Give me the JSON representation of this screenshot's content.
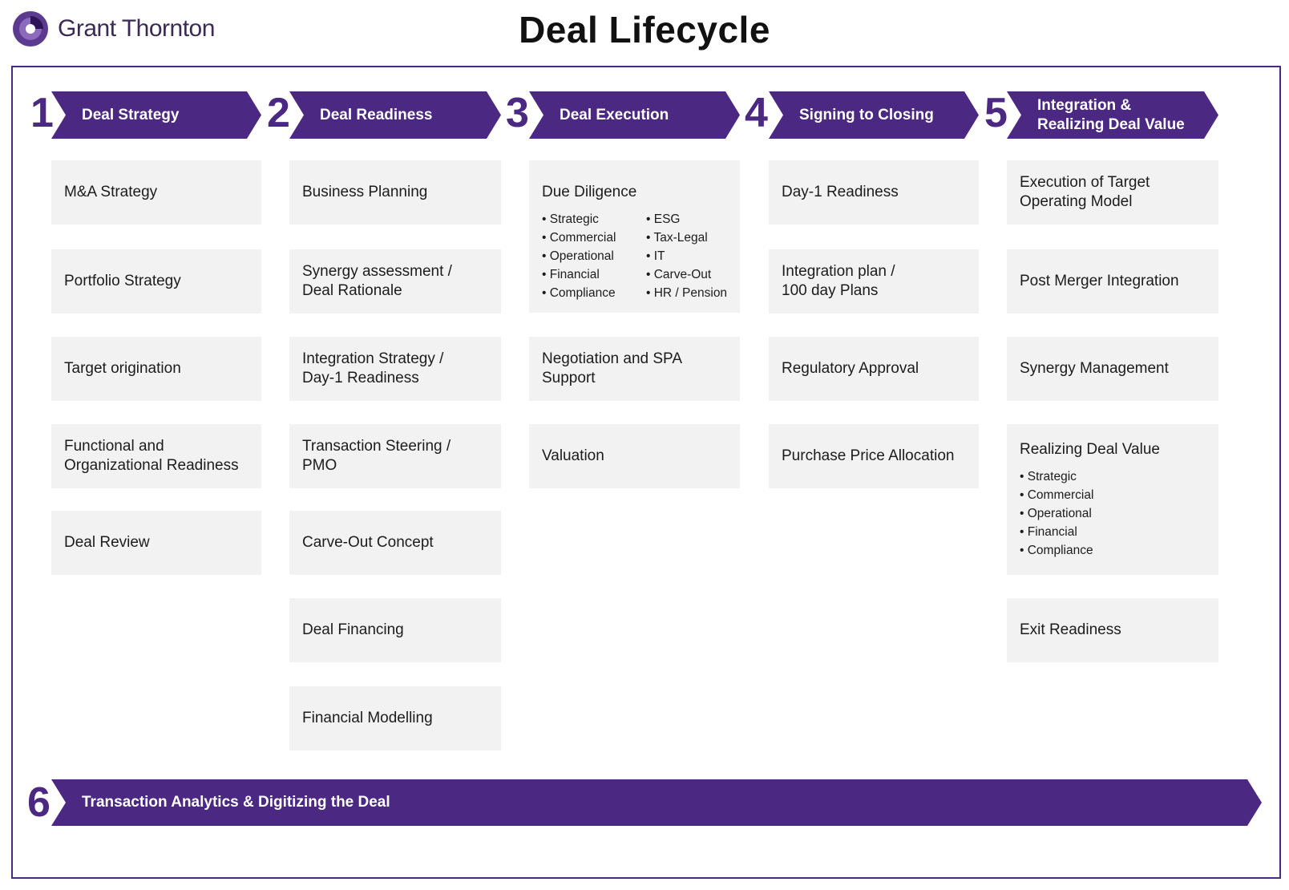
{
  "brand": {
    "name": "Grant Thornton",
    "color": "#4b2882",
    "logo_icon": "grant-thornton-logo-icon"
  },
  "title": "Deal Lifecycle",
  "stages": [
    {
      "number": "1",
      "label": "Deal Strategy",
      "items": [
        "M&A Strategy",
        "Portfolio Strategy",
        "Target origination",
        "Functional and\nOrganizational Readiness",
        "Deal Review"
      ]
    },
    {
      "number": "2",
      "label": "Deal Readiness",
      "items": [
        "Business Planning",
        "Synergy assessment /\nDeal Rationale",
        "Integration Strategy /\nDay-1 Readiness",
        "Transaction Steering / PMO",
        "Carve-Out Concept",
        "Deal Financing",
        "Financial Modelling"
      ]
    },
    {
      "number": "3",
      "label": "Deal Execution",
      "due_diligence": {
        "title": "Due Diligence",
        "col1": [
          "Strategic",
          "Commercial",
          "Operational",
          "Financial",
          "Compliance"
        ],
        "col2": [
          "ESG",
          "Tax-Legal",
          "IT",
          "Carve-Out",
          "HR / Pension"
        ]
      },
      "items": [
        "Negotiation and SPA\nSupport",
        "Valuation"
      ]
    },
    {
      "number": "4",
      "label": "Signing to Closing",
      "items": [
        "Day-1 Readiness",
        "Integration plan /\n100 day Plans",
        "Regulatory Approval",
        "Purchase Price Allocation"
      ]
    },
    {
      "number": "5",
      "label": "Integration &\nRealizing Deal Value",
      "items": [
        "Execution of Target\nOperating Model",
        "Post Merger Integration",
        "Synergy Management"
      ],
      "realizing": {
        "title": "Realizing Deal Value",
        "list": [
          "Strategic",
          "Commercial",
          "Operational",
          "Financial",
          "Compliance"
        ]
      },
      "exit": "Exit Readiness"
    }
  ],
  "bottom": {
    "number": "6",
    "label": "Transaction Analytics & Digitizing the Deal"
  }
}
